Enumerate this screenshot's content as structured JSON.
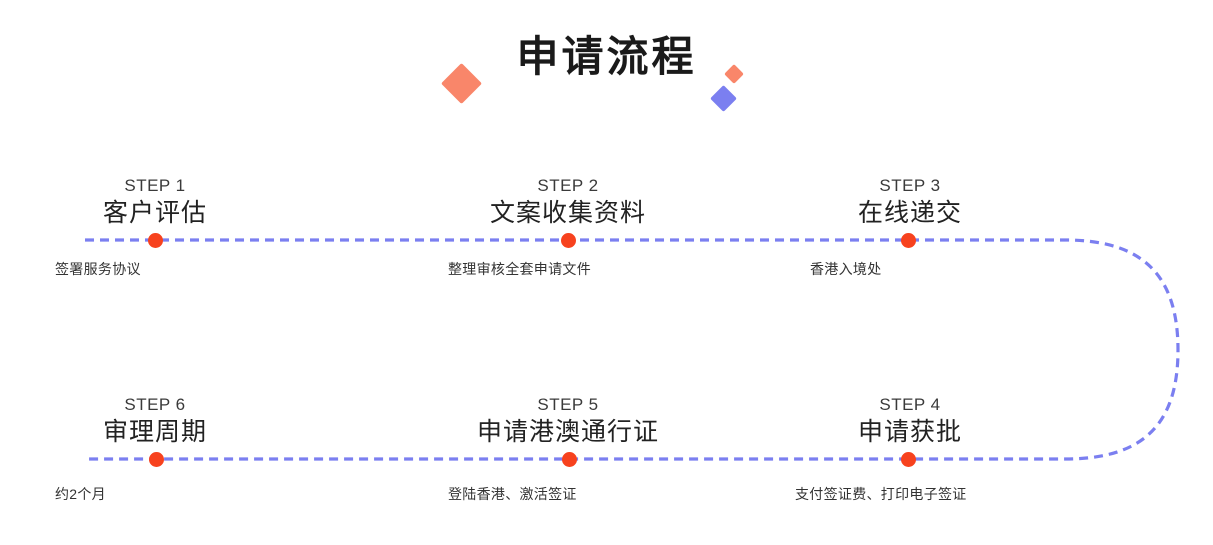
{
  "page": {
    "title": "申请流程",
    "background_color": "#ffffff"
  },
  "colors": {
    "accent_coral": "#f9866a",
    "accent_blue": "#7b7ff0",
    "node_red": "#f7421e",
    "line_blue": "#7b7ff0",
    "text_dark": "#222222",
    "text_gray": "#333333"
  },
  "decorations": [
    {
      "name": "diamond-coral-large",
      "color": "#f9866a"
    },
    {
      "name": "diamond-coral-small",
      "color": "#f9866a"
    },
    {
      "name": "diamond-blue-small",
      "color": "#7b7ff0"
    }
  ],
  "flow": {
    "rows": [
      {
        "name": "top-row",
        "steps": [
          {
            "num": "STEP 1",
            "title": "客户评估",
            "desc": "签署服务协议"
          },
          {
            "num": "STEP 2",
            "title": "文案收集资料",
            "desc": "整理审核全套申请文件"
          },
          {
            "num": "STEP 3",
            "title": "在线递交",
            "desc": "香港入境处"
          }
        ]
      },
      {
        "name": "bottom-row",
        "steps": [
          {
            "num": "STEP 6",
            "title": "审理周期",
            "desc": "约2个月"
          },
          {
            "num": "STEP 5",
            "title": "申请港澳通行证",
            "desc": "登陆香港、激活签证"
          },
          {
            "num": "STEP 4",
            "title": "申请获批",
            "desc": "支付签证费、打印电子签证"
          }
        ]
      }
    ]
  }
}
